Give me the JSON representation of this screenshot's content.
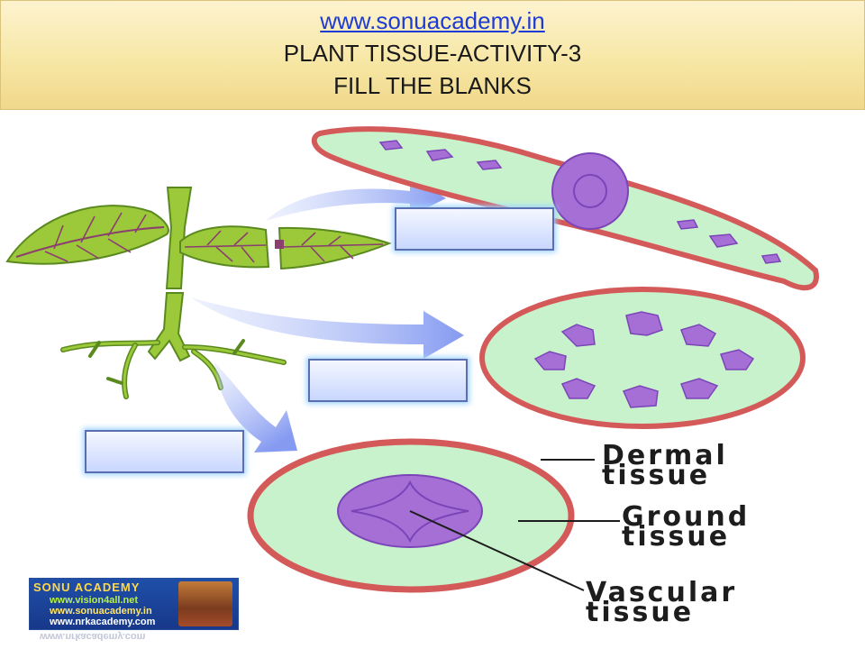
{
  "header": {
    "website": "www.sonuacademy.in",
    "title": "PLANT TISSUE-ACTIVITY-3",
    "subtitle": "FILL THE BLANKS"
  },
  "labels": {
    "dermal": [
      "Dermal",
      "tissue"
    ],
    "ground": [
      "Ground",
      "tissue"
    ],
    "vascular": [
      "Vascular",
      "tissue"
    ]
  },
  "blanks": {
    "leaf": "",
    "stem": "",
    "root": ""
  },
  "logo": {
    "title": "SONU ACADEMY",
    "urls": [
      "www.vision4all.net",
      "www.sonuacademy.in",
      "www.nrkacademy.com"
    ],
    "reflection": "www.nrkacademy.com"
  },
  "colors": {
    "header_top": "#fdf3cf",
    "header_bottom": "#f0d88a",
    "link": "#1f3bd6",
    "plant_green": "#9cc93a",
    "plant_dark": "#5a8a1f",
    "leaf_vein": "#8a3f6e",
    "tissue_fill": "#c8f2cc",
    "dermal_red": "#d45a5a",
    "vascular_purple": "#a66fd6",
    "arrow_blue": "#8fa6f5"
  }
}
